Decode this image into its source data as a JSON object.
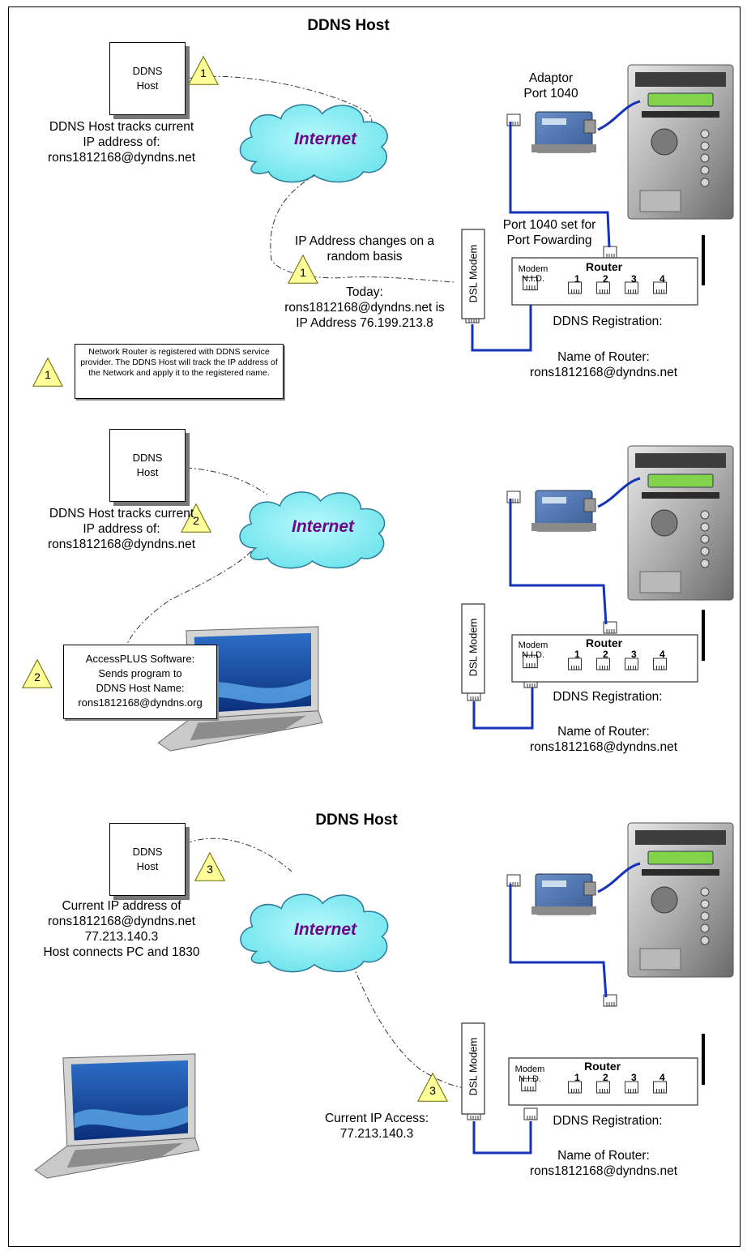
{
  "panels": [
    {
      "title": "DDNS Host",
      "host_box": "DDNS Host",
      "host_line1": "DDNS",
      "host_line2": "Host",
      "internet": "Internet",
      "host_caption": [
        "DDNS Host tracks current",
        "IP address of:",
        "rons1812168@dyndns.net"
      ],
      "adaptor_label": [
        "Adaptor",
        "Port 1040"
      ],
      "port_label": [
        "Port 1040 set for",
        "Port Fowarding"
      ],
      "ip_change": [
        "IP Address changes on a",
        "random basis"
      ],
      "today": [
        "Today:",
        "rons1812168@dyndns.net is",
        "IP Address 76.199.213.8"
      ],
      "modem": "DSL Modem",
      "router": "Router",
      "router_modem": "Modem",
      "router_nid": "N.I.D.",
      "ports": [
        "1",
        "2",
        "3",
        "4"
      ],
      "registration": "DDNS Registration:",
      "router_name": [
        "Name of Router:",
        "rons1812168@dyndns.net"
      ],
      "step": "1",
      "note": "Network Router is registered with DDNS service provider.  The DDNS Host will track the IP address of the Network and apply it to the registered name."
    },
    {
      "host_line1": "DDNS",
      "host_line2": "Host",
      "internet": "Internet",
      "host_caption": [
        "DDNS Host tracks current",
        "IP address of:",
        "rons1812168@dyndns.net"
      ],
      "modem": "DSL Modem",
      "router": "Router",
      "router_modem": "Modem",
      "router_nid": "N.I.D.",
      "ports": [
        "1",
        "2",
        "3",
        "4"
      ],
      "registration": "DDNS Registration:",
      "router_name": [
        "Name of Router:",
        "rons1812168@dyndns.net"
      ],
      "step": "2",
      "software": [
        "AccessPLUS Software:",
        "Sends program to",
        "DDNS Host Name:",
        "rons1812168@dyndns.org"
      ]
    },
    {
      "title": "DDNS Host",
      "host_line1": "DDNS",
      "host_line2": "Host",
      "internet": "Internet",
      "host_caption": [
        "Current IP address of",
        "rons1812168@dyndns.net",
        "77.213.140.3",
        "Host connects PC and 1830"
      ],
      "modem": "DSL Modem",
      "router": "Router",
      "router_modem": "Modem",
      "router_nid": "N.I.D.",
      "ports": [
        "1",
        "2",
        "3",
        "4"
      ],
      "registration": "DDNS Registration:",
      "router_name": [
        "Name of Router:",
        "rons1812168@dyndns.net"
      ],
      "step": "3",
      "ip_access": [
        "Current IP Access:",
        "77.213.140.3"
      ]
    }
  ],
  "colors": {
    "cloud": "#8ff0f5",
    "cable": "#1533b8",
    "internet_text": "#6a0a8a",
    "warning": "#ffff99"
  }
}
